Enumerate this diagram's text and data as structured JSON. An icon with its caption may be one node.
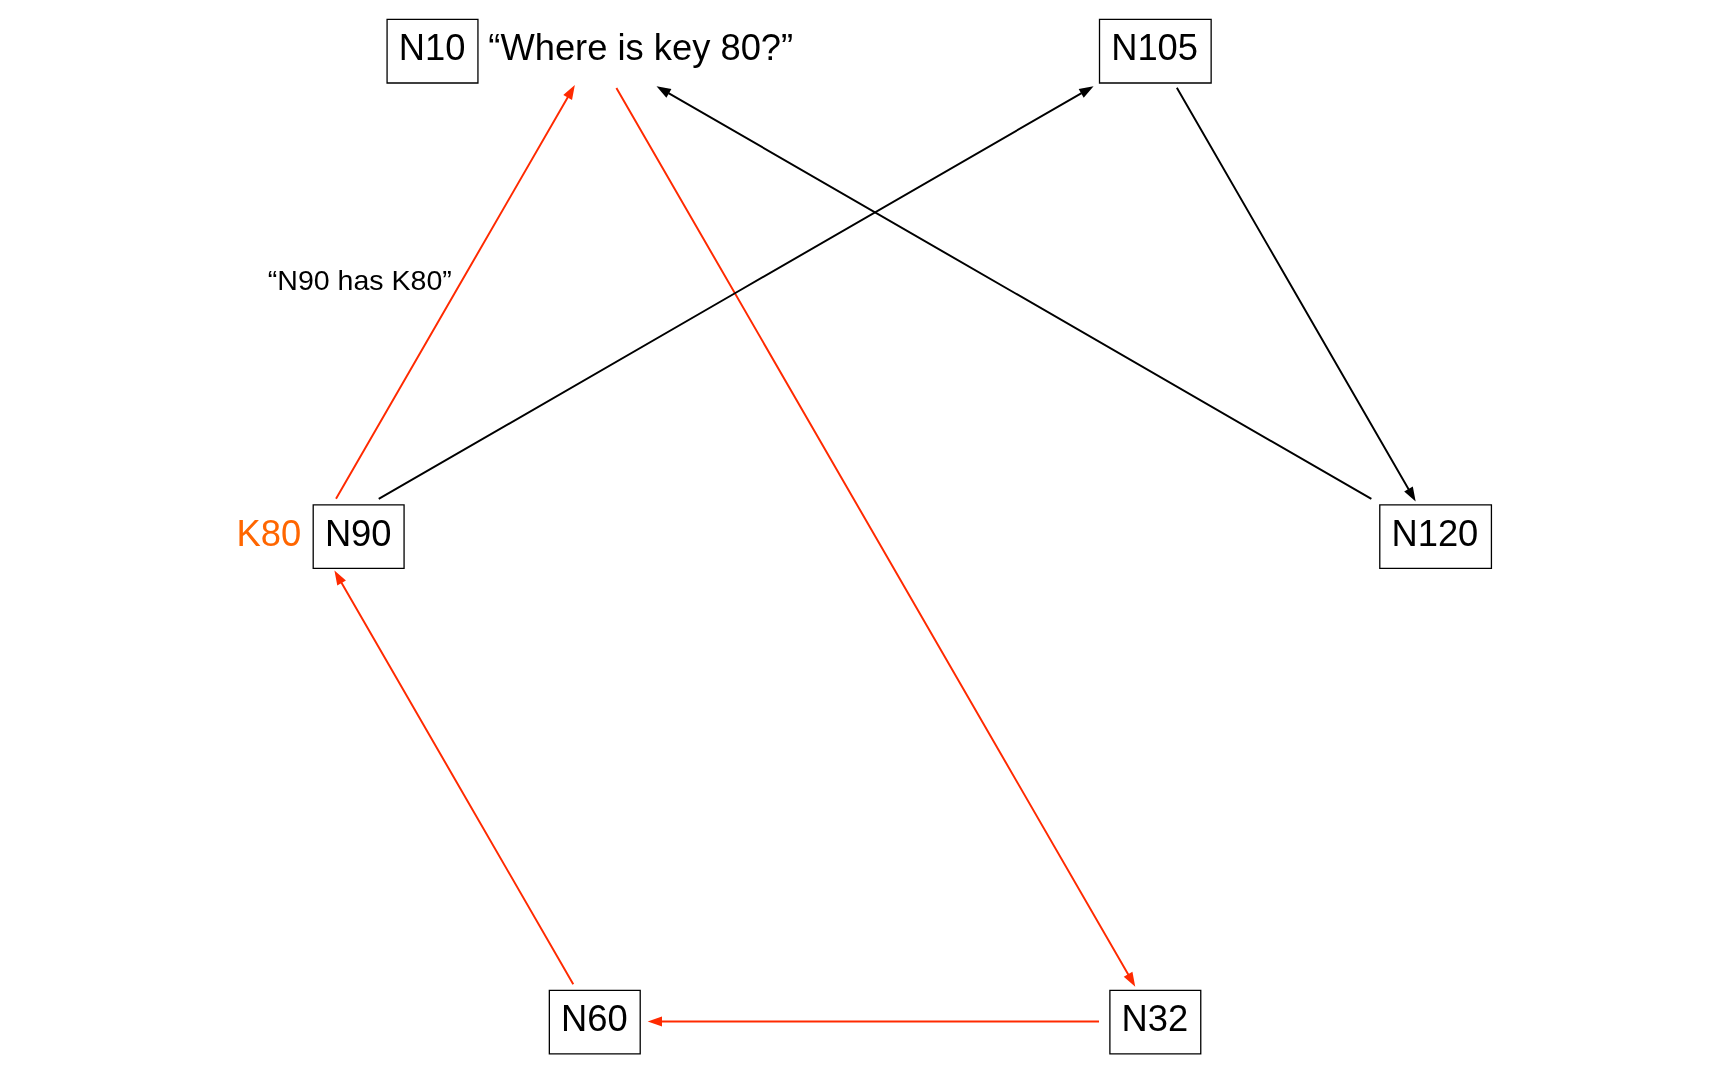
{
  "diagram": {
    "nodes": [
      {
        "text": [
          "N120"
        ]
      },
      {
        "text": [
          "N10"
        ],
        "beside": [
          "“Where is key 80?”"
        ]
      },
      {
        "text": [
          "N105"
        ]
      },
      {
        "text": [
          "N32"
        ]
      },
      {
        "text": [
          "N90"
        ],
        "beside": [
          "K80"
        ]
      },
      {
        "text": [
          "N60"
        ]
      }
    ],
    "edges": [
      {
        "from": 1,
        "to": 3,
        "arrow": "to"
      },
      {
        "from": 3,
        "to": 5,
        "arrow": "to"
      },
      {
        "from": 5,
        "to": 4,
        "arrow": "to"
      },
      {
        "from": 4,
        "to": 2,
        "arrow": "to",
        "color": "#000000"
      },
      {
        "from": 2,
        "to": 0,
        "arrow": "to",
        "color": "#000000"
      },
      {
        "from": 0,
        "to": 1,
        "arrow": "to",
        "color": "#000000"
      },
      {
        "from": 4,
        "to": 1,
        "arrow": "to",
        "label": "“N90 has K80”"
      }
    ]
  }
}
